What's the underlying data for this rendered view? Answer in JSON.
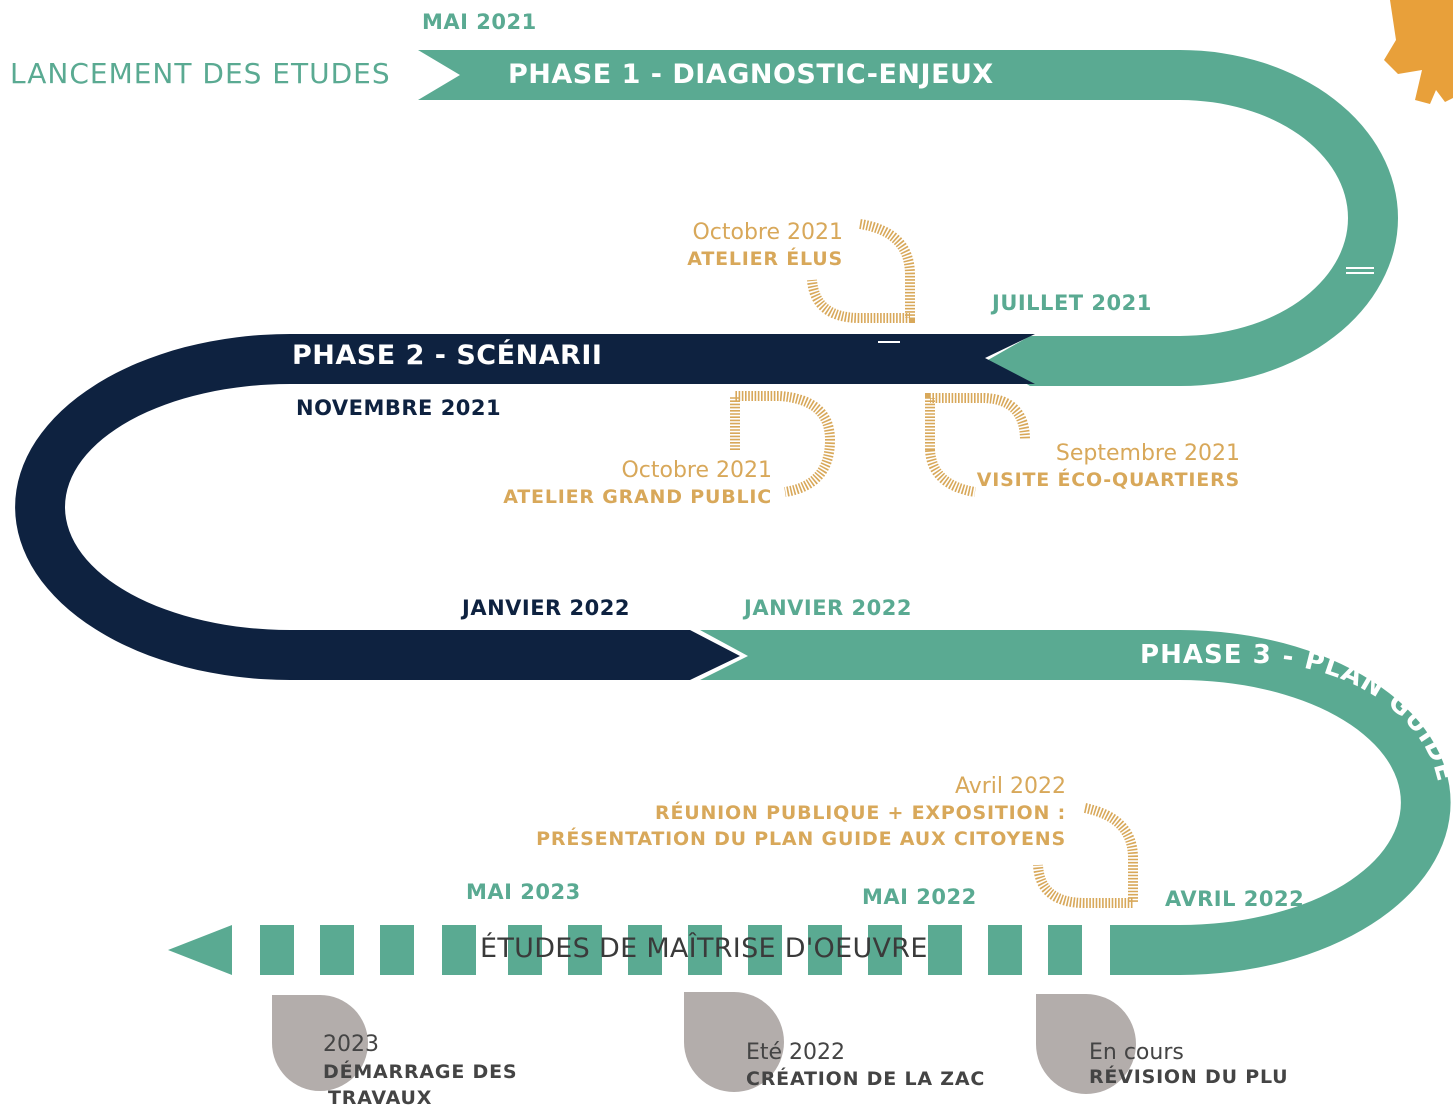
{
  "colors": {
    "teal": "#5aaa92",
    "navy": "#0e2240",
    "gold": "#d8a85a",
    "grey": "#b3adab",
    "orange": "#e8a03a"
  },
  "launch": {
    "label": "LANCEMENT DES ETUDES"
  },
  "phases": {
    "phase1": {
      "title": "PHASE 1 - DIAGNOSTIC-ENJEUX",
      "start": "MAI 2021",
      "end": "JUILLET 2021"
    },
    "phase2": {
      "title": "PHASE 2 - SCÉNARII",
      "start": "NOVEMBRE 2021",
      "end": "JANVIER 2022"
    },
    "phase3": {
      "title": "PHASE 3 - PLAN GUIDE",
      "start": "JANVIER 2022",
      "end": "AVRIL 2022"
    },
    "moe": {
      "title": "ÉTUDES DE MAÎTRISE D'OEUVRE",
      "date1": "MAI 2022",
      "date2": "MAI 2023"
    }
  },
  "events": {
    "atelier_elus": {
      "date": "Octobre 2021",
      "name": "ATELIER ÉLUS"
    },
    "atelier_public": {
      "date": "Octobre 2021",
      "name": "ATELIER GRAND PUBLIC"
    },
    "visite": {
      "date": "Septembre 2021",
      "name": "VISITE ÉCO-QUARTIERS"
    },
    "reunion": {
      "date": "Avril 2022",
      "line1": "RÉUNION PUBLIQUE + EXPOSITION :",
      "line2": "PRÉSENTATION DU PLAN GUIDE AUX CITOYENS"
    }
  },
  "milestones": {
    "travaux": {
      "date": "2023",
      "line1": "DÉMARRAGE DES",
      "line2": "TRAVAUX"
    },
    "zac": {
      "date": "Eté 2022",
      "name": "CRÉATION DE LA ZAC"
    },
    "plu": {
      "date": "En cours",
      "name": "RÉVISION DU PLU"
    }
  }
}
